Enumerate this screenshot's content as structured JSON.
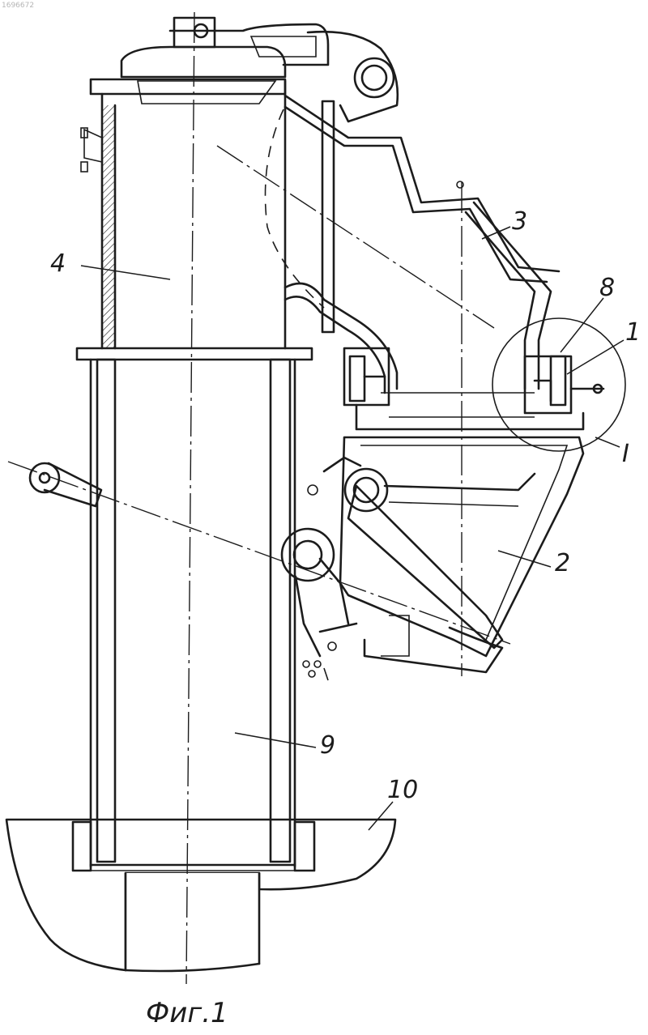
{
  "labels": {
    "l1": "1",
    "l2": "2",
    "l3": "3",
    "l4": "4",
    "l8": "8",
    "l9": "9",
    "l10": "10",
    "detail": "I"
  },
  "caption": "Фиг.1",
  "serial": "1696672",
  "colors": {
    "ink": "#1c1c1c",
    "paper": "#ffffff"
  }
}
